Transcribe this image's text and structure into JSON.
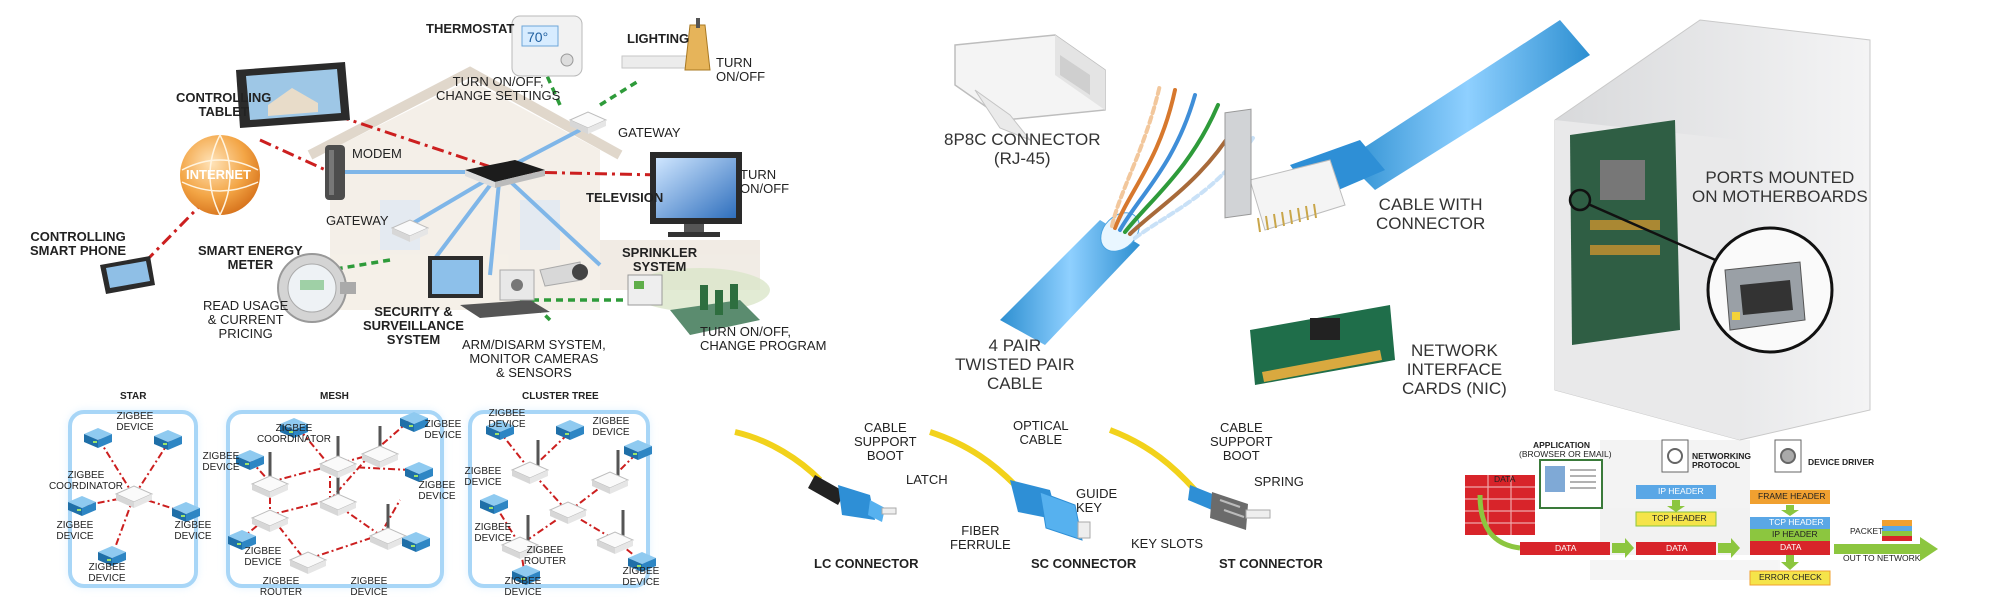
{
  "smart_home": {
    "thermostat": "THERMOSTAT",
    "thermostat_display": "70°",
    "lighting": "LIGHTING",
    "turn_on_off_light": [
      "TURN",
      "ON/OFF"
    ],
    "controlling_tablet": [
      "CONTROLLING",
      "TABLET"
    ],
    "turn_on_change_settings": [
      "TURN ON/OFF,",
      "CHANGE SETTINGS"
    ],
    "gateway_top": "GATEWAY",
    "internet": "INTERNET",
    "modem": "MODEM",
    "turn_on_off_tv": [
      "TURN",
      "ON/OFF"
    ],
    "television": "TELEVISION",
    "controlling_smart_phone": [
      "CONTROLLING",
      "SMART PHONE"
    ],
    "gateway_bottom": "GATEWAY",
    "smart_energy_meter": [
      "SMART ENERGY",
      "METER"
    ],
    "sprinkler_system": [
      "SPRINKLER",
      "SYSTEM"
    ],
    "read_usage": [
      "READ USAGE",
      "& CURRENT",
      "PRICING"
    ],
    "security_system": [
      "SECURITY &",
      "SURVEILLANCE",
      "SYSTEM"
    ],
    "arm_disarm": [
      "ARM/DISARM SYSTEM,",
      "MONITOR CAMERAS",
      "& SENSORS"
    ],
    "turn_on_change_program": [
      "TURN ON/OFF,",
      "CHANGE PROGRAM"
    ]
  },
  "zigbee": {
    "star": {
      "title": "STAR",
      "labels": [
        "ZIGBEE DEVICE",
        "ZIGBEE COORDINATOR",
        "ZIGBEE DEVICE",
        "ZIGBEE DEVICE",
        "ZIGBEE DEVICE"
      ]
    },
    "mesh": {
      "title": "MESH",
      "labels": [
        "ZIGBEE COORDINATOR",
        "ZIGBEE DEVICE",
        "ZIGBEE DEVICE",
        "ZIGBEE DEVICE",
        "ZIGBEE DEVICE",
        "ZIGBEE ROUTER",
        "ZIGBEE DEVICE"
      ]
    },
    "cluster_tree": {
      "title": "CLUSTER TREE",
      "labels": [
        "ZIGBEE DEVICE",
        "ZIGBEE DEVICE",
        "ZIGBEE DEVICE",
        "ZIGBEE DEVICE",
        "ZIGBEE ROUTER",
        "ZIGBEE DEVICE",
        "ZIGBEE DEVICE"
      ]
    }
  },
  "ethernet": {
    "connector_8p8c": [
      "8P8C CONNECTOR",
      "(RJ-45)"
    ],
    "cable_with_connector": [
      "CABLE WITH",
      "CONNECTOR"
    ],
    "twisted_pair": [
      "4 PAIR",
      "TWISTED PAIR",
      "CABLE"
    ],
    "nic": [
      "NETWORK",
      "INTERFACE",
      "CARDS (NIC)"
    ],
    "ports_mounted": [
      "PORTS MOUNTED",
      "ON MOTHERBOARDS"
    ]
  },
  "fiber": {
    "lc": {
      "title": "LC CONNECTOR",
      "cable_support_boot": [
        "CABLE",
        "SUPPORT",
        "BOOT"
      ],
      "latch": "LATCH",
      "fiber_ferrule": [
        "FIBER",
        "FERRULE"
      ]
    },
    "sc": {
      "title": "SC CONNECTOR",
      "optical_cable": [
        "OPTICAL",
        "CABLE"
      ],
      "guide_key": [
        "GUIDE",
        "KEY"
      ]
    },
    "st": {
      "title": "ST CONNECTOR",
      "cable_support_boot": [
        "CABLE",
        "SUPPORT",
        "BOOT"
      ],
      "spring": "SPRING",
      "key_slots": "KEY SLOTS"
    }
  },
  "protocol_stack": {
    "application": "APPLICATION",
    "application_sub": "(BROWSER OR EMAIL)",
    "networking_protocol": [
      "NETWORKING",
      "PROTOCOL"
    ],
    "device_driver": "DEVICE DRIVER",
    "data_label": "DATA",
    "ip_header": "IP HEADER",
    "tcp_header": "TCP HEADER",
    "frame_header": "FRAME HEADER",
    "data_strip": "DATA",
    "error_check": "ERROR CHECK",
    "packet": "PACKET",
    "out_to_network": "OUT TO NETWORK"
  },
  "colors": {
    "wifi_red": "#cc1f1f",
    "wire_green": "#2e9b3a",
    "wire_blue": "#7fb6e8",
    "cable_blue": "#3aa0e0",
    "fiber_yellow": "#f2d21b",
    "connector_blue": "#2e8fd6",
    "data_red": "#d8242a",
    "header_blue": "#5aa7e6",
    "header_orange": "#f0a030",
    "header_green": "#8cc63f",
    "header_yellow": "#f5e44a"
  }
}
